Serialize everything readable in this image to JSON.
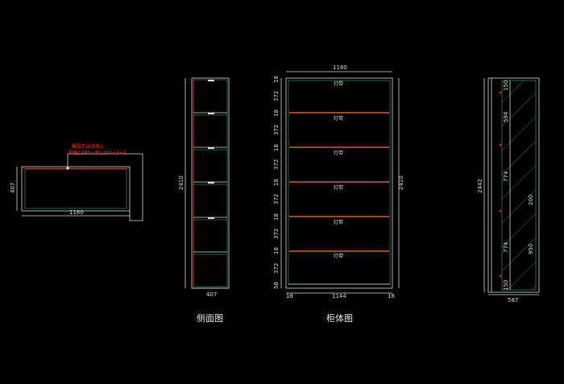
{
  "plan_view": {
    "annotation_line1": "橡胶石纹背板1",
    "annotation_line2": "规格1380×宽1180×3×1",
    "depth_label": "407",
    "width_label": "1180"
  },
  "side_view": {
    "height_label": "2410",
    "depth_label": "407",
    "caption": "侧面图"
  },
  "front_view": {
    "top_width_label": "1180",
    "height_label": "2410",
    "top_panel_label": "18",
    "bottom_labels": [
      "18",
      "1144",
      "18"
    ],
    "base_label": "58",
    "caption": "柜体图",
    "shelves": [
      {
        "section": "372",
        "light": "灯带"
      },
      {
        "section": "372",
        "light": "灯带"
      },
      {
        "section": "372",
        "light": "灯带"
      },
      {
        "section": "372",
        "light": "灯带"
      },
      {
        "section": "372",
        "light": "灯带"
      },
      {
        "section": "372",
        "light": "灯带"
      }
    ],
    "shelf_thickness_label": "18"
  },
  "door_view": {
    "height_label": "2442",
    "inner_labels": [
      "150",
      "594",
      "774",
      "774",
      "150"
    ],
    "handle_label": "200",
    "lower_label": "950",
    "bottom_label": "587"
  },
  "colors": {
    "background": "#000000",
    "line_white": "#d9d9d9",
    "line_green": "#2e7d5a",
    "line_red": "#d42020",
    "shelf_orange": "#c8643c",
    "annotation_red": "#ff2a2a"
  }
}
